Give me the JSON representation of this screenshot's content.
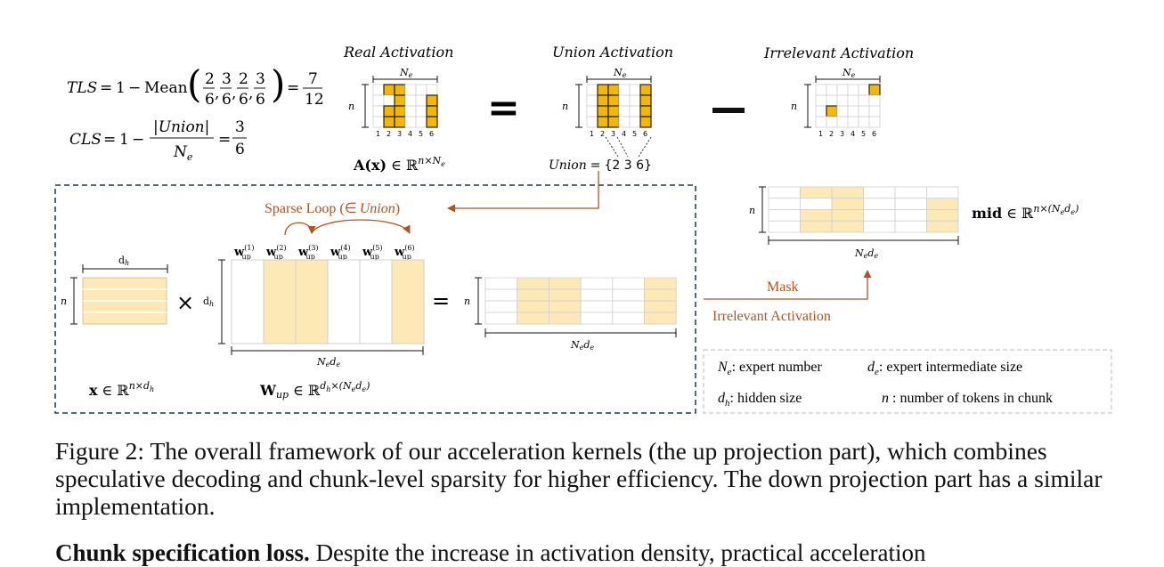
{
  "formulas": {
    "tls": {
      "lhs": "TLS",
      "eq": "=",
      "one": "1",
      "minus": "−",
      "mean": "Mean",
      "fracs": [
        [
          "2",
          "6"
        ],
        [
          "3",
          "6"
        ],
        [
          "2",
          "6"
        ],
        [
          "3",
          "6"
        ]
      ],
      "result_num": "7",
      "result_den": "12"
    },
    "cls": {
      "lhs": "CLS",
      "eq": "=",
      "one": "1",
      "minus": "−",
      "num": "|Union|",
      "den_base": "N",
      "den_sub": "e",
      "result_num": "3",
      "result_den": "6"
    }
  },
  "panels": {
    "real": {
      "title": "Real Activation",
      "width_label": "N",
      "width_sub": "e",
      "height_label": "n",
      "rows": 4,
      "cols": 6,
      "ticks": [
        "1",
        "2",
        "3",
        "4",
        "5",
        "6"
      ],
      "active": [
        [
          0,
          1
        ],
        [
          0,
          2
        ],
        [
          1,
          2
        ],
        [
          2,
          1
        ],
        [
          2,
          2
        ],
        [
          3,
          1
        ],
        [
          3,
          2
        ],
        [
          1,
          5
        ],
        [
          2,
          5
        ],
        [
          3,
          5
        ]
      ]
    },
    "union": {
      "title": "Union Activation",
      "width_label": "N",
      "width_sub": "e",
      "height_label": "n",
      "rows": 4,
      "cols": 6,
      "ticks": [
        "1",
        "2",
        "3",
        "4",
        "5",
        "6"
      ],
      "active": [
        [
          0,
          1
        ],
        [
          0,
          2
        ],
        [
          1,
          1
        ],
        [
          1,
          2
        ],
        [
          2,
          1
        ],
        [
          2,
          2
        ],
        [
          3,
          1
        ],
        [
          3,
          2
        ],
        [
          0,
          5
        ],
        [
          1,
          5
        ],
        [
          2,
          5
        ],
        [
          3,
          5
        ]
      ]
    },
    "irrelevant": {
      "title": "Irrelevant Activation",
      "width_label": "N",
      "width_sub": "e",
      "height_label": "n",
      "rows": 4,
      "cols": 6,
      "ticks": [
        "1",
        "2",
        "3",
        "4",
        "5",
        "6"
      ],
      "active": [
        [
          0,
          5
        ],
        [
          2,
          1
        ]
      ]
    }
  },
  "real_formula": {
    "bold": "A(x)",
    "in": "∈",
    "space": "ℝ",
    "sup": "n×N",
    "sup_sub": "e"
  },
  "equals_sign": "=",
  "minus_sign": "−",
  "union_set": {
    "label": "Union",
    "eq": "=",
    "values": "{2 3 6}"
  },
  "sparse_loop": {
    "text": "Sparse Loop (",
    "in": "∈",
    "italic": "Union",
    "close": ")"
  },
  "weights": {
    "labels": [
      {
        "base": "w",
        "sub": "up",
        "sup": "(1)"
      },
      {
        "base": "w",
        "sub": "up",
        "sup": "(2)"
      },
      {
        "base": "w",
        "sub": "up",
        "sup": "(3)"
      },
      {
        "base": "w",
        "sub": "up",
        "sup": "(4)"
      },
      {
        "base": "w",
        "sub": "up",
        "sup": "(5)"
      },
      {
        "base": "w",
        "sub": "up",
        "sup": "(6)"
      }
    ],
    "active_cols": [
      1,
      2,
      5
    ],
    "height_label": "d",
    "height_sub": "h",
    "width_label": "N",
    "width_sub1": "e",
    "width_mid": "d",
    "width_sub2": "e",
    "formula": {
      "bold": "W",
      "sub": "up",
      "in": "∈",
      "space": "ℝ",
      "sup": "d",
      "sup_sub": "h",
      "sup_rest": "×(N",
      "sup_sub2": "e",
      "sup_mid": "d",
      "sup_sub3": "e",
      "sup_close": ")"
    }
  },
  "x_matrix": {
    "width_label": "d",
    "width_sub": "h",
    "height_label": "n",
    "formula": {
      "bold": "x",
      "in": "∈",
      "space": "ℝ",
      "sup": "n×d",
      "sup_sub": "h"
    }
  },
  "times_sign": "×",
  "output_matrix": {
    "height_label": "n",
    "width_label": "N",
    "width_sub1": "e",
    "width_mid": "d",
    "width_sub2": "e",
    "active_cols": [
      1,
      2,
      5
    ]
  },
  "mid_matrix": {
    "height_label": "n",
    "width_label": "N",
    "width_sub1": "e",
    "width_mid": "d",
    "width_sub2": "e",
    "formula": {
      "bold": "mid",
      "in": "∈",
      "space": "ℝ",
      "sup": "n×(N",
      "sup_sub": "e",
      "sup_mid": "d",
      "sup_sub2": "e",
      "sup_close": ")"
    }
  },
  "mask": {
    "label": "Mask",
    "sublabel": "Irrelevant Activation"
  },
  "legend": [
    {
      "sym": "N",
      "sub": "e",
      "text": ": expert number"
    },
    {
      "sym": "d",
      "sub": "e",
      "text": ": expert intermediate size"
    },
    {
      "sym": "d",
      "sub": "h",
      "text": ": hidden size"
    },
    {
      "sym": "n",
      "sub": "",
      "text": " : number of tokens in chunk"
    }
  ],
  "colors": {
    "active": "#f5b800",
    "light_active": "#fde9b5",
    "accent": "#b5531a",
    "dash": "#1f3556"
  },
  "caption": "Figure 2: The overall framework of our acceleration kernels (the up projection part), which combines speculative decoding and chunk-level sparsity for higher efficiency. The down projection part has a similar implementation.",
  "next_heading": {
    "bold": "Chunk specification loss.",
    "rest": " Despite the increase in activation density, practical acceleration"
  }
}
